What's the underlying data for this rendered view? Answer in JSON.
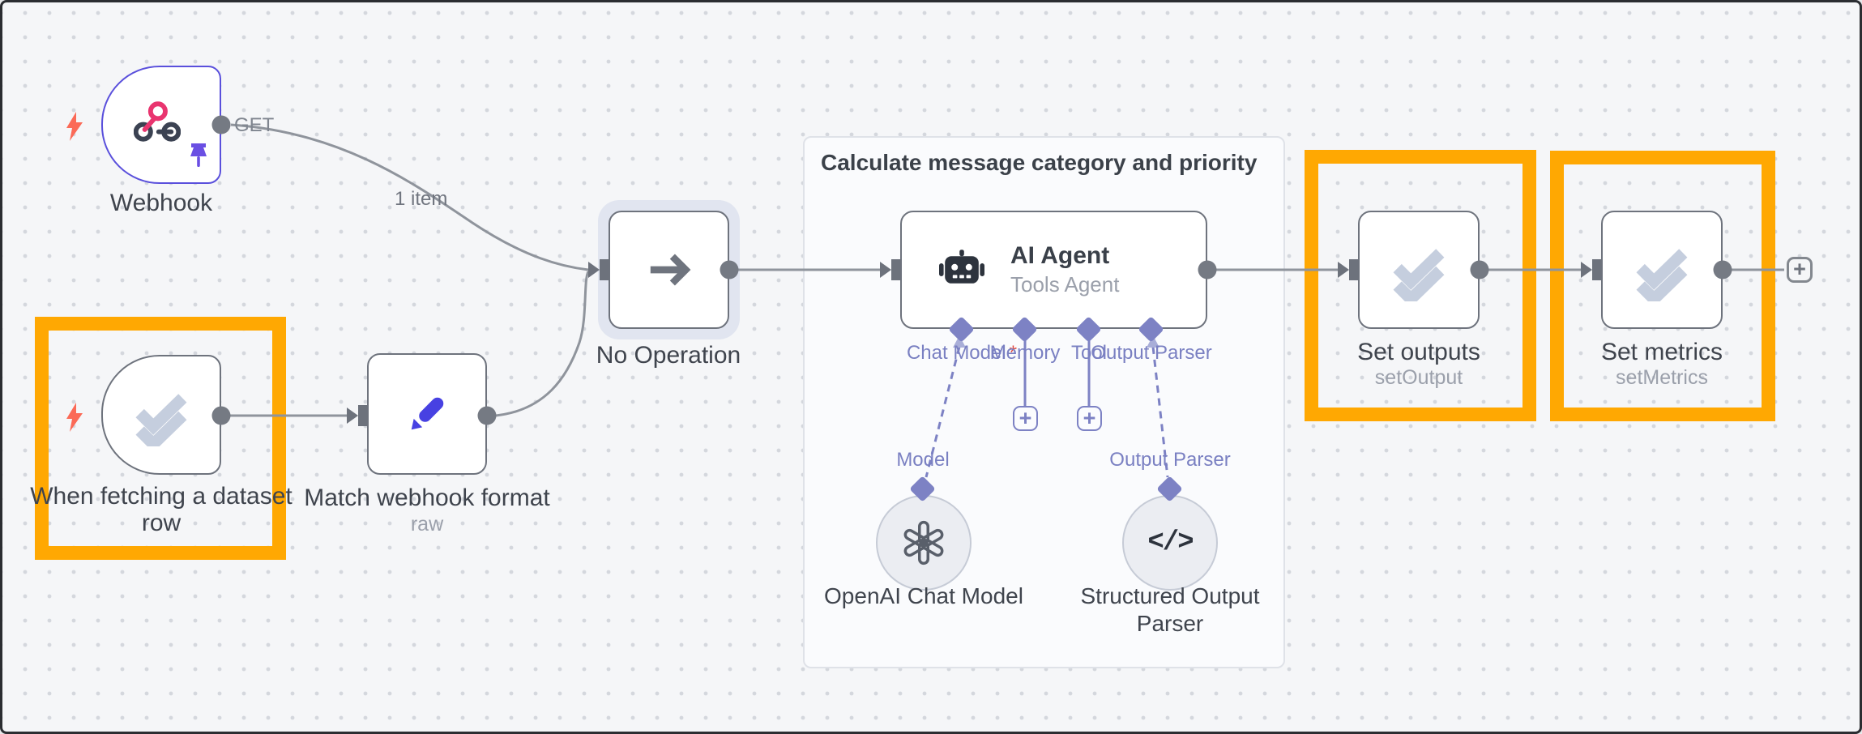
{
  "canvas": {
    "background": "#f5f6f8",
    "frame_color": "#2b2d31",
    "dot_color": "#d4d7dd"
  },
  "group": {
    "title": "Calculate message category and priority"
  },
  "nodes": {
    "webhook": {
      "label": "Webhook",
      "output_label": "GET",
      "connection_items": "1 item"
    },
    "when_fetching_dataset_row": {
      "label_line1": "When fetching a dataset",
      "label_line2": "row"
    },
    "match_webhook_format": {
      "label": "Match webhook format",
      "subtitle": "raw"
    },
    "no_operation": {
      "label": "No Operation"
    },
    "ai_agent": {
      "title": "AI Agent",
      "subtitle": "Tools Agent",
      "required_marker": "*",
      "ports": {
        "chat_model": "Chat Model",
        "memory": "Memory",
        "tool": "Tool",
        "output_parser": "Output Parser"
      }
    },
    "openai_chat_model": {
      "label": "OpenAI Chat Model",
      "input_port_label": "Model"
    },
    "structured_output_parser": {
      "label_line1": "Structured Output",
      "label_line2": "Parser",
      "input_port_label": "Output Parser"
    },
    "set_outputs": {
      "label": "Set outputs",
      "subtitle": "setOutput"
    },
    "set_metrics": {
      "label": "Set metrics",
      "subtitle": "setMetrics"
    }
  },
  "glyphs": {
    "plus": "+",
    "code_icon": "</>"
  },
  "colors": {
    "highlight_orange": "#FFA802",
    "trigger_purple": "#5A50DC",
    "ai_port_purple": "#7D82C4",
    "bolt_red": "#FB6A57",
    "edit_blue": "#4741E2",
    "check_steel": "#C5CEDE",
    "edge_gray": "#8F949C"
  }
}
